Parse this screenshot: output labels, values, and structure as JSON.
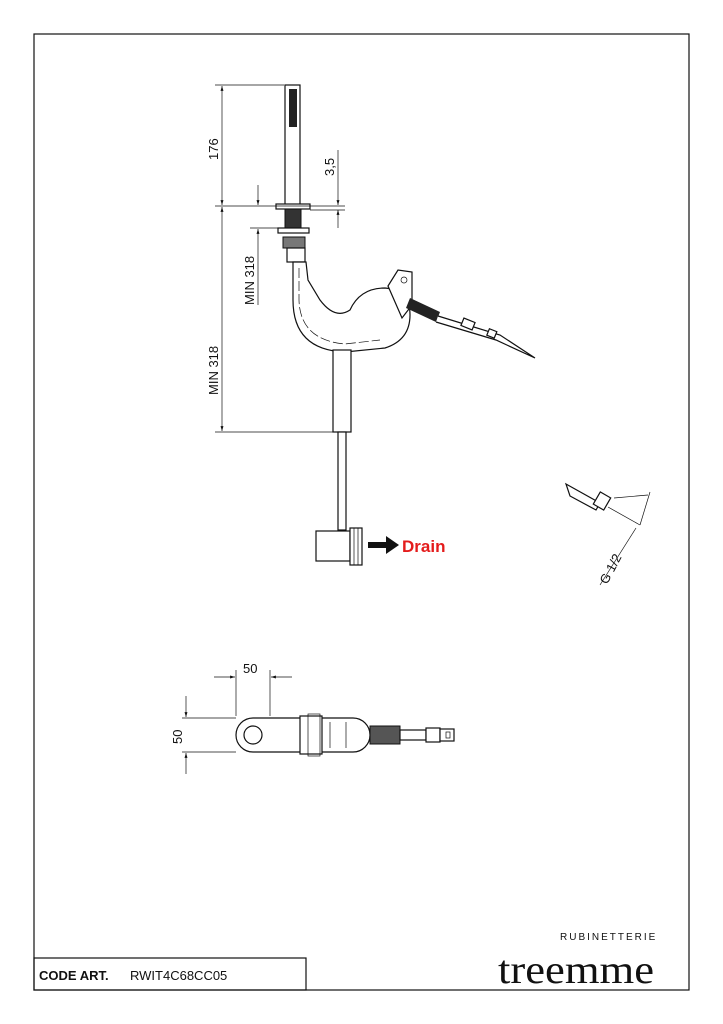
{
  "drawing": {
    "dimensions": {
      "handshower_height": "176",
      "flange_thickness": "3,5",
      "min_depth_upper": "MIN 318",
      "min_depth_lower": "MIN 318",
      "thread": "G 1/2",
      "plan_width": "50",
      "plan_depth": "50"
    },
    "drain_label": "Drain",
    "drain_color": "#e41c1c"
  },
  "title_block": {
    "code_label": "CODE ART.",
    "code_value": "RWIT4C68CC05",
    "brand_name": "treemme",
    "brand_subtitle": "RUBINETTERIE"
  }
}
